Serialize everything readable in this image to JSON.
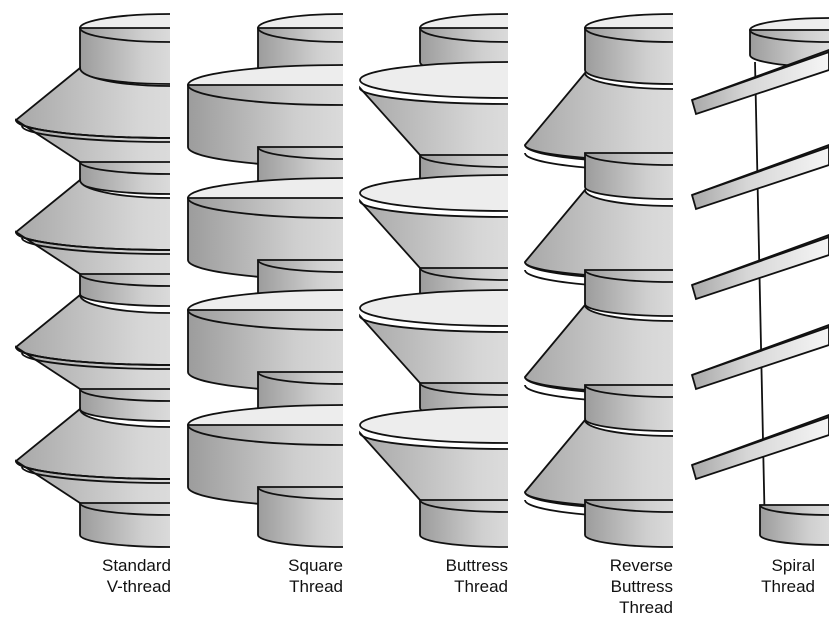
{
  "figure": {
    "colors": {
      "outline": "#111111",
      "face_dark": "#9c9c9c",
      "face_light": "#f2f2f2",
      "top_fill": "#ededed"
    },
    "panels": [
      {
        "id": "standard-v-thread",
        "thread_style": "v-thread",
        "caption_lines": [
          "Standard",
          "V-thread"
        ]
      },
      {
        "id": "square-thread",
        "thread_style": "square",
        "caption_lines": [
          "Square",
          "Thread"
        ]
      },
      {
        "id": "buttress-thread",
        "thread_style": "buttress",
        "caption_lines": [
          "Buttress",
          "Thread"
        ]
      },
      {
        "id": "reverse-buttress-thread",
        "thread_style": "reverse-buttress",
        "caption_lines": [
          "Reverse",
          "Buttress",
          "Thread"
        ]
      },
      {
        "id": "spiral-thread",
        "thread_style": "spiral",
        "caption_lines": [
          "Spiral",
          "Thread"
        ]
      }
    ]
  }
}
